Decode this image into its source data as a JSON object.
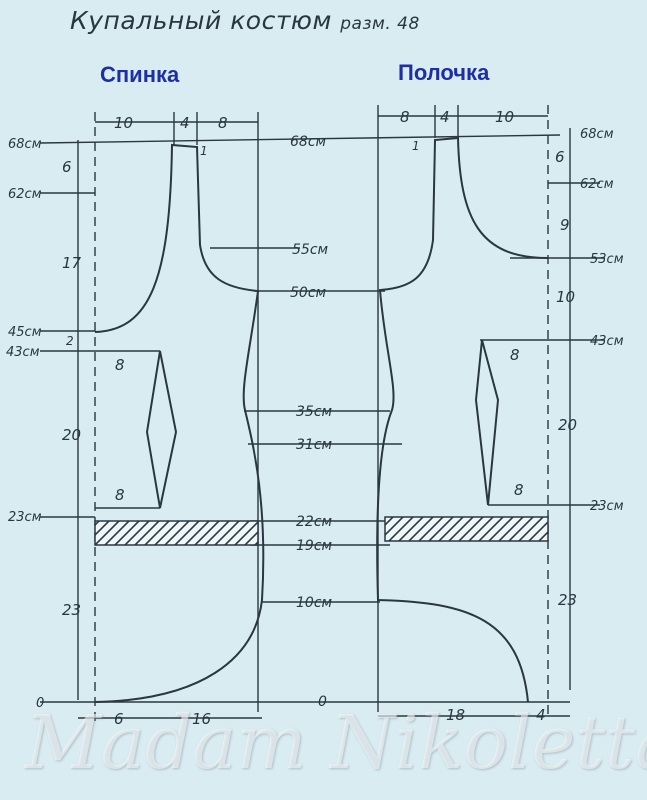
{
  "title": "Купальный костюм",
  "size_label": "разм. 48",
  "pieces": {
    "back": "Спинка",
    "front": "Полочка"
  },
  "level_labels": {
    "c68": "68см",
    "c62": "62см",
    "c55": "55см",
    "c53": "53см",
    "c50": "50см",
    "c45": "45см",
    "c43": "43см",
    "c35": "35см",
    "c31": "31см",
    "c23": "23см",
    "c22": "22см",
    "c19": "19см",
    "c10": "10см",
    "c0": "0"
  },
  "back_dims": {
    "top_10": "10",
    "top_4": "4",
    "top_8": "8",
    "v6": "6",
    "v17": "17",
    "v2": "2",
    "v20": "20",
    "v23": "23",
    "dart_top": "8",
    "dart_bottom": "8",
    "bottom_6": "6",
    "bottom_16": "16",
    "shoulder_1": "1"
  },
  "front_dims": {
    "top_8": "8",
    "top_4": "4",
    "top_10": "10",
    "v6": "6",
    "v9": "9",
    "v10": "10",
    "v20": "20",
    "v23": "23",
    "dart_top": "8",
    "dart_bottom": "8",
    "bottom_18": "18",
    "bottom_4": "4",
    "shoulder_1": "1"
  },
  "left_levels": {
    "l68": "68см",
    "l62": "62см",
    "l45": "45см",
    "l43": "43см",
    "l23": "23см",
    "l0": "0"
  },
  "right_levels": {
    "r68": "68см",
    "r62": "62см",
    "r53": "53см",
    "r43": "43см",
    "r23": "23см"
  },
  "watermark": "Madam Nikoletta",
  "colors": {
    "background": "#d9ecf2",
    "lines": "#2a3640",
    "piece_labels": "#1e2ea8"
  }
}
